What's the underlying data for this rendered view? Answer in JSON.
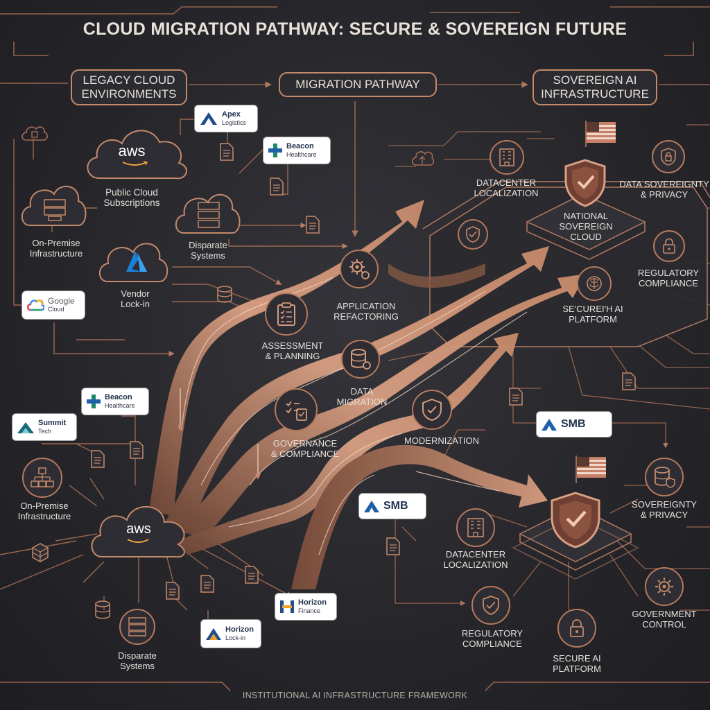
{
  "title": "CLOUD MIGRATION PATHWAY: SECURE & SOVEREIGN FUTURE",
  "headers": {
    "legacy": "LEGACY CLOUD ENVIRONMENTS",
    "pathway": "MIGRATION PATHWAY",
    "sovereign": "SOVEREIGN AI INFRASTRUCTURE"
  },
  "left_top": {
    "aws": "aws",
    "public_cloud": "Public Cloud\nSubscriptions",
    "on_premise": "On-Premise\nInfrastructure",
    "disparate": "Disparate\nSystems",
    "vendor_lockin": "Vendor\nLock-in",
    "google_cloud": "Google",
    "google_cloud_sub": "Cloud"
  },
  "badges": {
    "apex": "Apex",
    "apex_sub": "Logistics",
    "beacon_top": "Beacon",
    "beacon_top_sub": "Healthcare",
    "beacon_left": "Beacon",
    "beacon_left_sub": "Healthcare",
    "summit": "Summit",
    "summit_sub": "Tech",
    "smb_mid": "SMB",
    "smb_right": "SMB",
    "horizon_finance": "Horizon",
    "horizon_finance_sub": "Finance",
    "horizon_lockin": "Horizon",
    "horizon_lockin_sub": "Lock-in"
  },
  "left_bottom": {
    "on_premise": "On-Premise\nInfrastructure",
    "aws": "aws",
    "disparate": "Disparate\nSystems"
  },
  "pathway_steps": {
    "assessment": "ASSESSMENT\n& PLANNING",
    "app_refactoring": "APPLICATION\nREFACTORING",
    "data_migration": "DATA\nMIGRATION",
    "governance": "GOVERNANCE\n& COMPLIANCE",
    "modernization": "MODERNIZATION"
  },
  "sovereign_top": {
    "datacenter": "DATACENTER\nLOCALIZATION",
    "data_sovereignty": "DATA SOVEREIGNTY\n& PRIVACY",
    "national_cloud": "NATIONAL\nSOVEREIGN\nCLOUD",
    "regulatory": "REGULATORY\nCOMPLIANCE",
    "secure_ai": "SE'CUREI'H AI\nPLATFORM"
  },
  "sovereign_bottom": {
    "sovereignty": "SOVEREIGNTY\n& PRIVACY",
    "datacenter": "DATACENTER\nLOCALIZATION",
    "government": "GOVERNMENT\nCONTROL",
    "regulatory": "REGULATORY\nCOMPLIANCE",
    "secure_ai": "SECURE AI\nPLATFORM"
  },
  "footer": "INSTITUTIONAL AI INFRASTRUCTURE FRAMEWORK",
  "colors": {
    "background": "#26262a",
    "copper": "#d39a7c",
    "copper_dark": "#8a5a44",
    "line": "#b8765a",
    "text": "#e6e0da"
  }
}
